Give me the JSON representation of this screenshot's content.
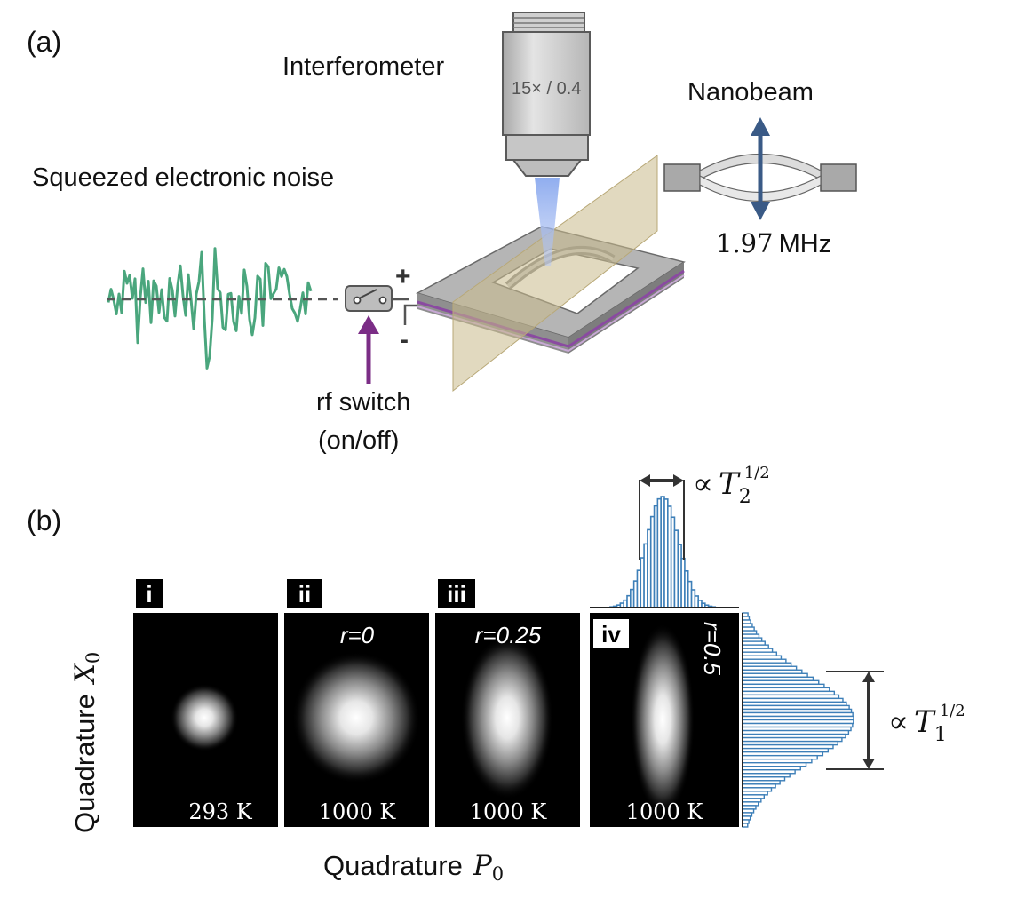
{
  "panel_a": {
    "label": "(a)",
    "noise_title": "Squeezed electronic noise",
    "interferometer_label": "Interferometer",
    "objective_text": "15× / 0.4",
    "nanobeam_label": "Nanobeam",
    "frequency_value": "1.97",
    "frequency_unit": "MHz",
    "plus_sign": "+",
    "minus_sign": "-",
    "switch_label_line1": "rf switch",
    "switch_label_line2": "(on/off)",
    "colors": {
      "noise_trace": "#4aa67d",
      "arrow_purple": "#7b2d86",
      "arrow_blue": "#3a5a86",
      "laser_beam": "#9bb3ef",
      "plane_beige": "#c9b98a",
      "chip_gray": "#9a9a9a"
    }
  },
  "panel_b": {
    "label": "(b)",
    "y_axis_word": "Quadrature",
    "y_axis_symbol": "X",
    "y_axis_sub": "0",
    "x_axis_word": "Quadrature",
    "x_axis_symbol": "P",
    "x_axis_sub": "0",
    "panels": [
      {
        "tag": "i",
        "temperature": "293 K",
        "squeeze_label": ""
      },
      {
        "tag": "ii",
        "temperature": "1000 K",
        "squeeze_label": "r=0"
      },
      {
        "tag": "iii",
        "temperature": "1000 K",
        "squeeze_label": "r=0.25"
      },
      {
        "tag": "iv",
        "temperature": "1000 K",
        "squeeze_label": "r=0.5"
      }
    ],
    "t2_label": {
      "prefix": "∝",
      "symbol": "T",
      "sub": "2",
      "sup": "1/2"
    },
    "t1_label": {
      "prefix": "∝",
      "symbol": "T",
      "sub": "1",
      "sup": "1/2"
    },
    "histogram_color": "#3d7fb8"
  }
}
